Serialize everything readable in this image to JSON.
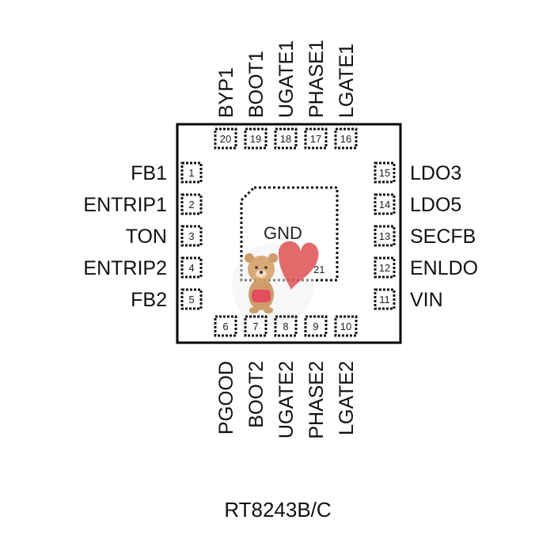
{
  "package": {
    "part_name": "RT8243B/C",
    "exposed_pad": {
      "label": "GND",
      "pin": "21"
    },
    "pins_left": [
      {
        "num": "1",
        "name": "FB1"
      },
      {
        "num": "2",
        "name": "ENTRIP1"
      },
      {
        "num": "3",
        "name": "TON"
      },
      {
        "num": "4",
        "name": "ENTRIP2"
      },
      {
        "num": "5",
        "name": "FB2"
      }
    ],
    "pins_bottom": [
      {
        "num": "6",
        "name": "PGOOD"
      },
      {
        "num": "7",
        "name": "BOOT2"
      },
      {
        "num": "8",
        "name": "UGATE2"
      },
      {
        "num": "9",
        "name": "PHASE2"
      },
      {
        "num": "10",
        "name": "LGATE2"
      }
    ],
    "pins_right": [
      {
        "num": "15",
        "name": "LDO3"
      },
      {
        "num": "14",
        "name": "LDO5"
      },
      {
        "num": "13",
        "name": "SECFB"
      },
      {
        "num": "12",
        "name": "ENLDO"
      },
      {
        "num": "11",
        "name": "VIN"
      }
    ],
    "pins_top": [
      {
        "num": "20",
        "name": "BYP1"
      },
      {
        "num": "19",
        "name": "BOOT1"
      },
      {
        "num": "18",
        "name": "UGATE1"
      },
      {
        "num": "17",
        "name": "PHASE1"
      },
      {
        "num": "16",
        "name": "LGATE1"
      }
    ]
  }
}
